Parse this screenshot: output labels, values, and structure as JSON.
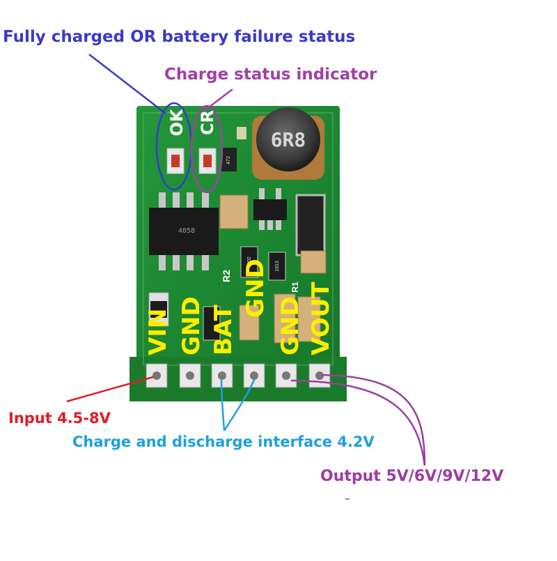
{
  "annotations": {
    "status_led_label": "Fully charged OR battery failure status",
    "charge_led_label": "Charge status indicator",
    "input_label": "Input 4.5-8V",
    "battery_label": "Charge and discharge interface 4.2V",
    "output_label": "Output 5V/6V/9V/12V"
  },
  "board": {
    "led_labels": [
      "OK",
      "CR"
    ],
    "pins": [
      "VIN",
      "GND",
      "BAT",
      "GND",
      "GND",
      "VOUT"
    ],
    "inductor_marking": "6R8",
    "resistor_label": "R2",
    "resistor_label_2": "R1",
    "smd_codes": [
      "472",
      "1002",
      "1913"
    ],
    "chip_marking": "4058"
  },
  "colors": {
    "status": "#3a3ac8",
    "charge": "#a040a8",
    "input": "#e01c24",
    "battery": "#1ea0e0",
    "output": "#9a3ea0",
    "pcb": "#1f8a2e",
    "pin_text": "#ffee00"
  }
}
